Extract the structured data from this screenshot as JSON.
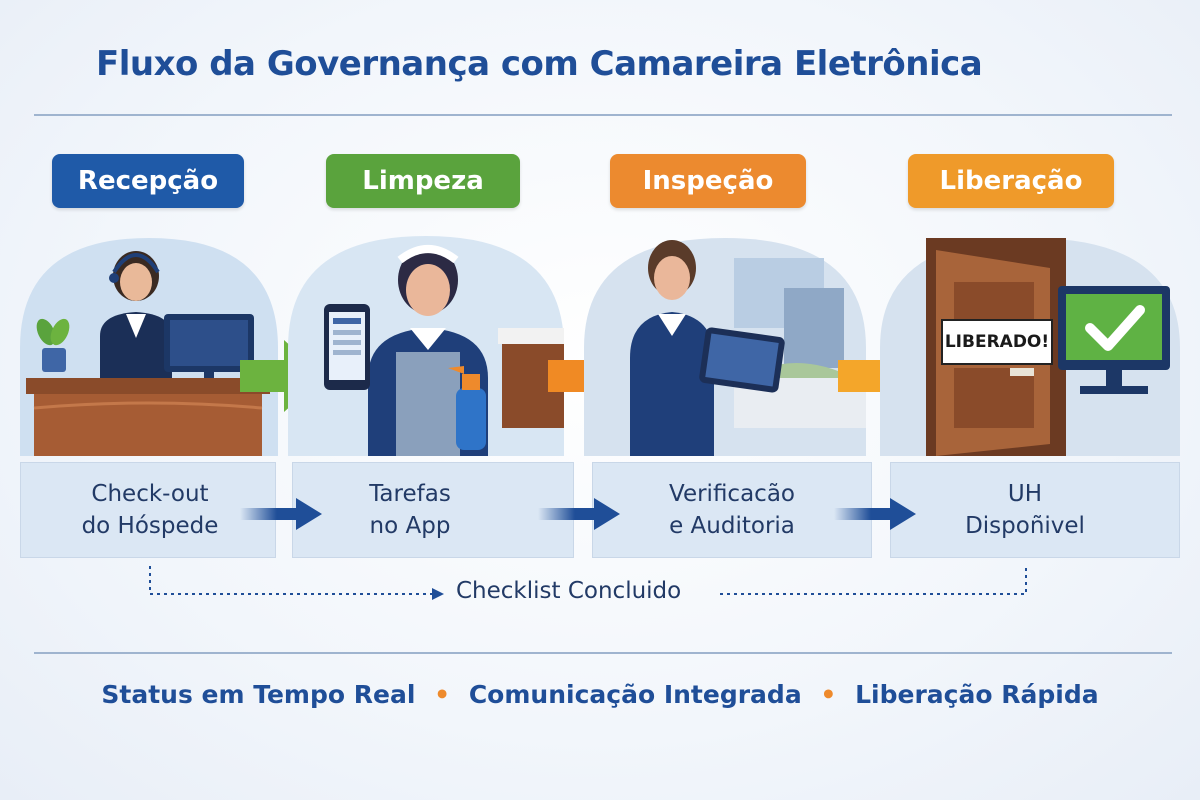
{
  "title": "Fluxo da Governança com Camareira Eletrônica",
  "stages": [
    {
      "label": "Recepção",
      "color": "#1f5aa8",
      "description_line1": "Check-out",
      "description_line2": "do Hóspede"
    },
    {
      "label": "Limpeza",
      "color": "#5aa33d",
      "description_line1": "Tarefas",
      "description_line2": "no App"
    },
    {
      "label": "Inspeção",
      "color": "#ec8a2f",
      "description_line1": "Verificacão",
      "description_line2": "e Auditoria"
    },
    {
      "label": "Liberação",
      "color": "#ef9a2a",
      "description_line1": "UH",
      "description_line2": "Dispoñivel"
    }
  ],
  "door_sign": "LIBERADO!",
  "checklist_label": "Checklist Concluido",
  "footer": {
    "item1": "Status em Tempo Real",
    "separator": "•",
    "item2": "Comunicação Integrada",
    "item3": "Liberação Rápida"
  },
  "colors": {
    "title": "#1f4e98",
    "arrow_green": "#6cb33f",
    "arrow_orange": "#f08a24",
    "arrow_yellow": "#f4a62a",
    "arrow_blue": "#1f4e98",
    "box_fill": "#dbe7f4",
    "footer_dot": "#ee8a2c"
  },
  "icons": [
    "headset-receptionist",
    "smartphone",
    "spray-bottle",
    "tablet",
    "door",
    "monitor-checkmark-icon"
  ]
}
